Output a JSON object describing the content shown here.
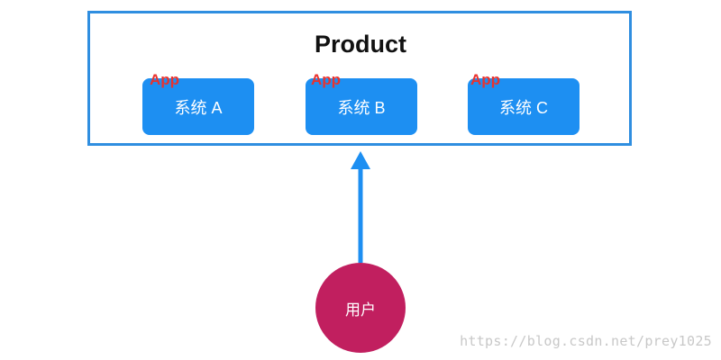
{
  "product": {
    "title": "Product"
  },
  "systems": [
    {
      "tag": "App",
      "label": "系统 A"
    },
    {
      "tag": "App",
      "label": "系统 B"
    },
    {
      "tag": "App",
      "label": "系统 C"
    }
  ],
  "user": {
    "label": "用户"
  },
  "watermark": "https://blog.csdn.net/prey1025",
  "colors": {
    "frame_border": "#2f8ee0",
    "system_box": "#1d8ff2",
    "app_tag": "#e8332f",
    "arrow": "#1d8ff2",
    "user_circle": "#c11f5f"
  }
}
